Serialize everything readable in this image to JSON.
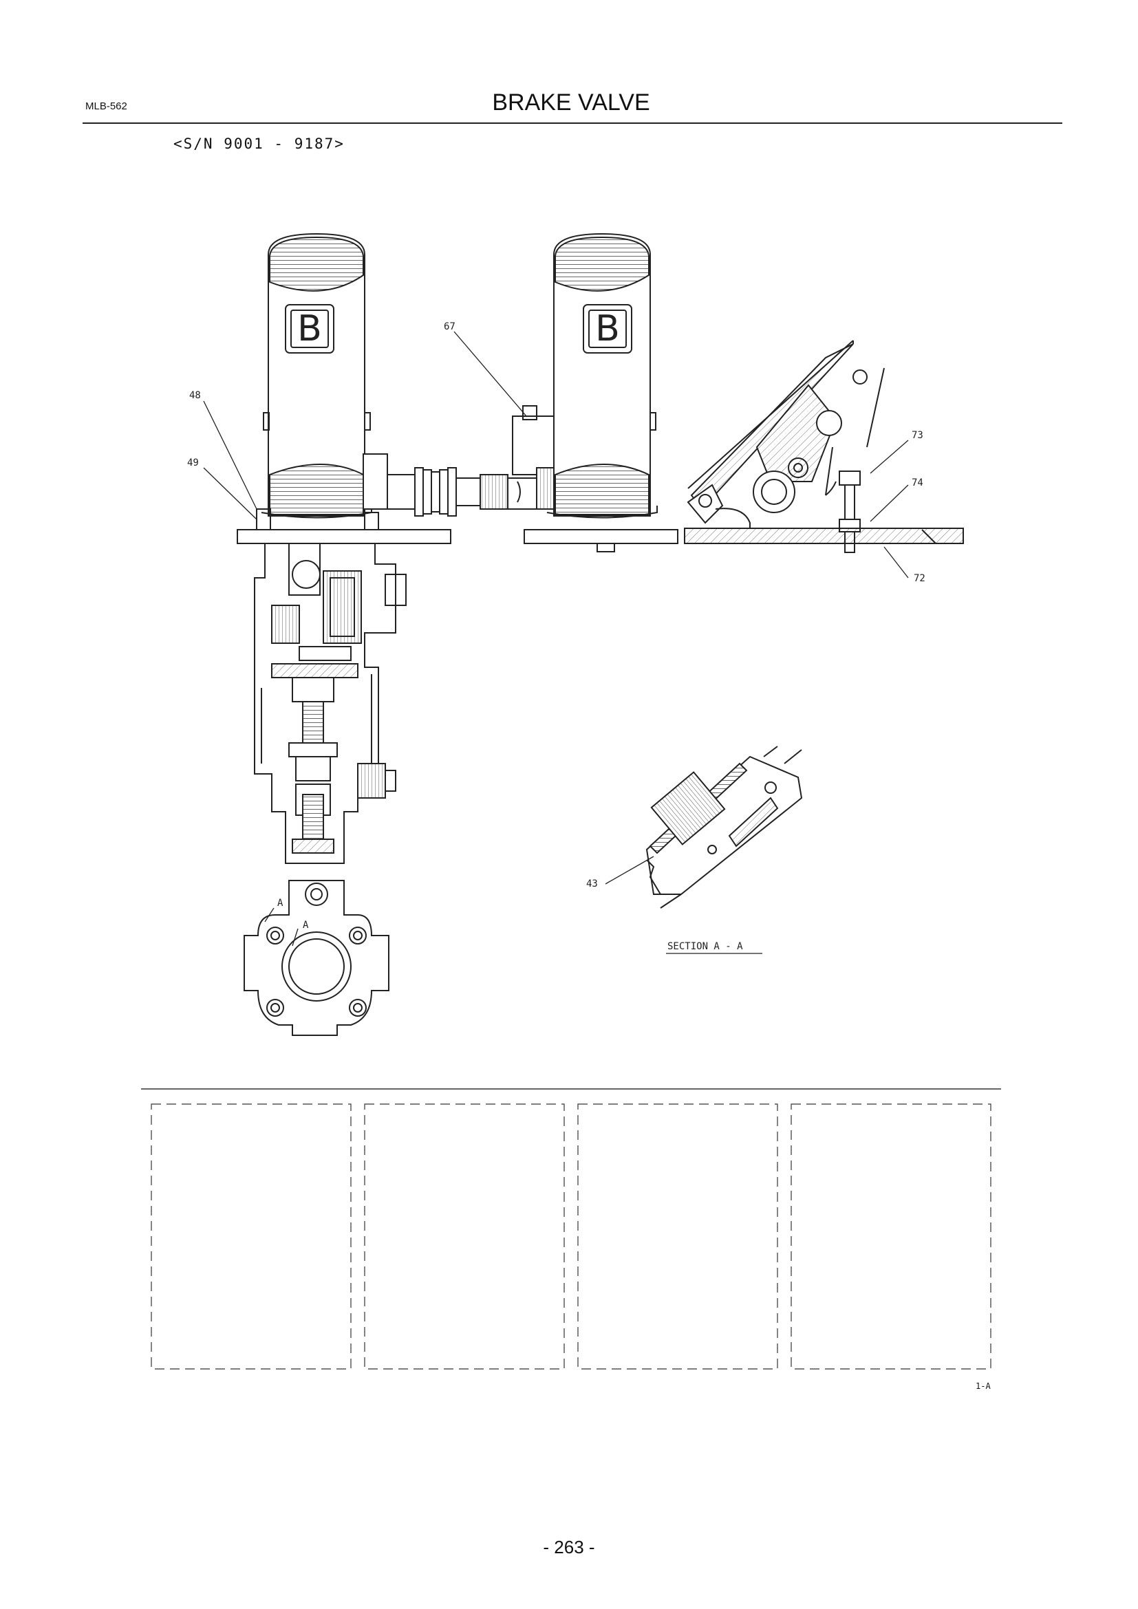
{
  "header": {
    "doc_code": "MLB-562",
    "title": "BRAKE VALVE",
    "serial_range": "<S/N 9001 - 9187>"
  },
  "drawing": {
    "pedal_badge_letter": "B",
    "callouts": {
      "c67": "67",
      "c48": "48",
      "c49": "49",
      "c73": "73",
      "c74": "74",
      "c72": "72",
      "c43": "43",
      "view_a_outer": "A",
      "view_a_inner": "A"
    },
    "section_label": "SECTION A - A"
  },
  "footer": {
    "sheet_ref": "1-A",
    "page_number": "- 263 -"
  }
}
